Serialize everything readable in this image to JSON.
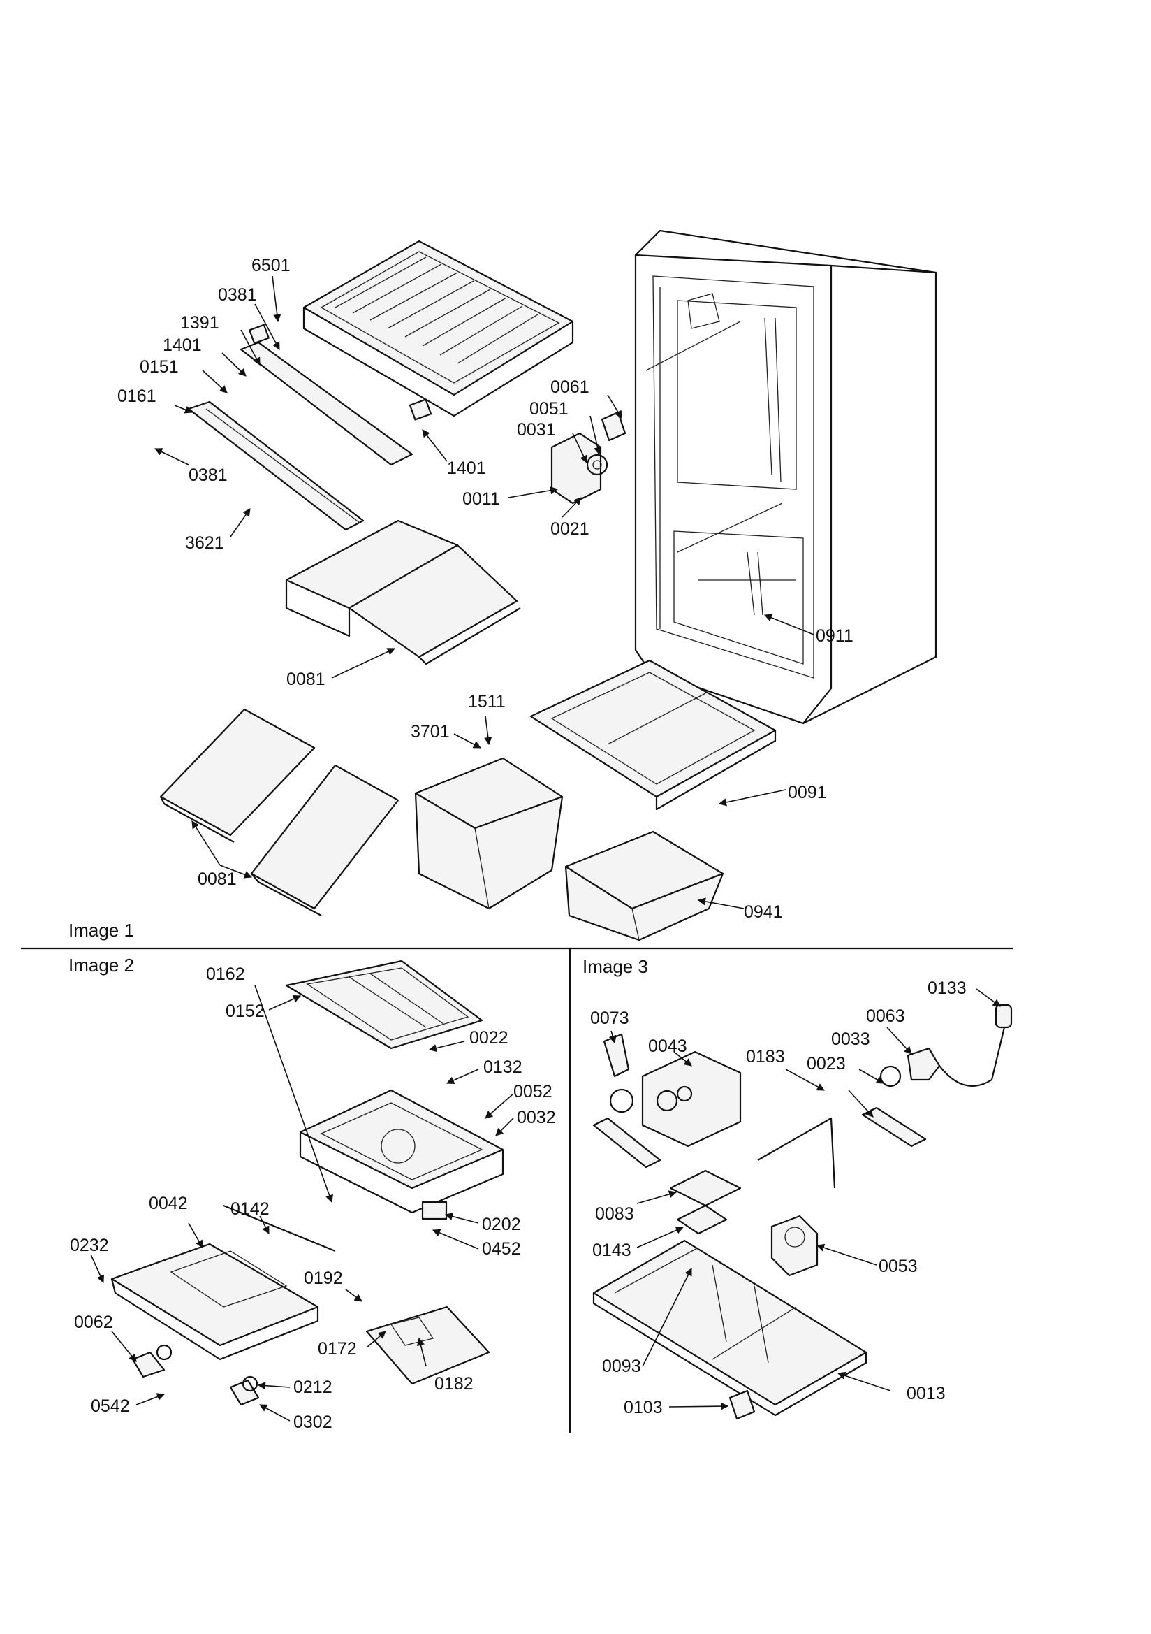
{
  "sections": [
    {
      "id": "image-1",
      "title": "Image 1"
    },
    {
      "id": "image-2",
      "title": "Image 2"
    },
    {
      "id": "image-3",
      "title": "Image 3"
    }
  ],
  "callouts": {
    "image_1": [
      "6501",
      "0381",
      "1391",
      "1401",
      "0151",
      "0161",
      "0381",
      "3621",
      "1401",
      "0061",
      "0051",
      "0031",
      "0011",
      "0021",
      "0911",
      "0081",
      "1511",
      "3701",
      "0081",
      "0091",
      "0941"
    ],
    "image_2": [
      "0152",
      "0022",
      "0132",
      "0052",
      "0032",
      "0162",
      "0142",
      "0042",
      "0232",
      "0062",
      "0542",
      "0202",
      "0452",
      "0192",
      "0172",
      "0182",
      "0212",
      "0302"
    ],
    "image_3": [
      "0133",
      "0073",
      "0063",
      "0043",
      "0033",
      "0023",
      "0183",
      "0083",
      "0143",
      "0053",
      "0093",
      "0013",
      "0103"
    ]
  }
}
